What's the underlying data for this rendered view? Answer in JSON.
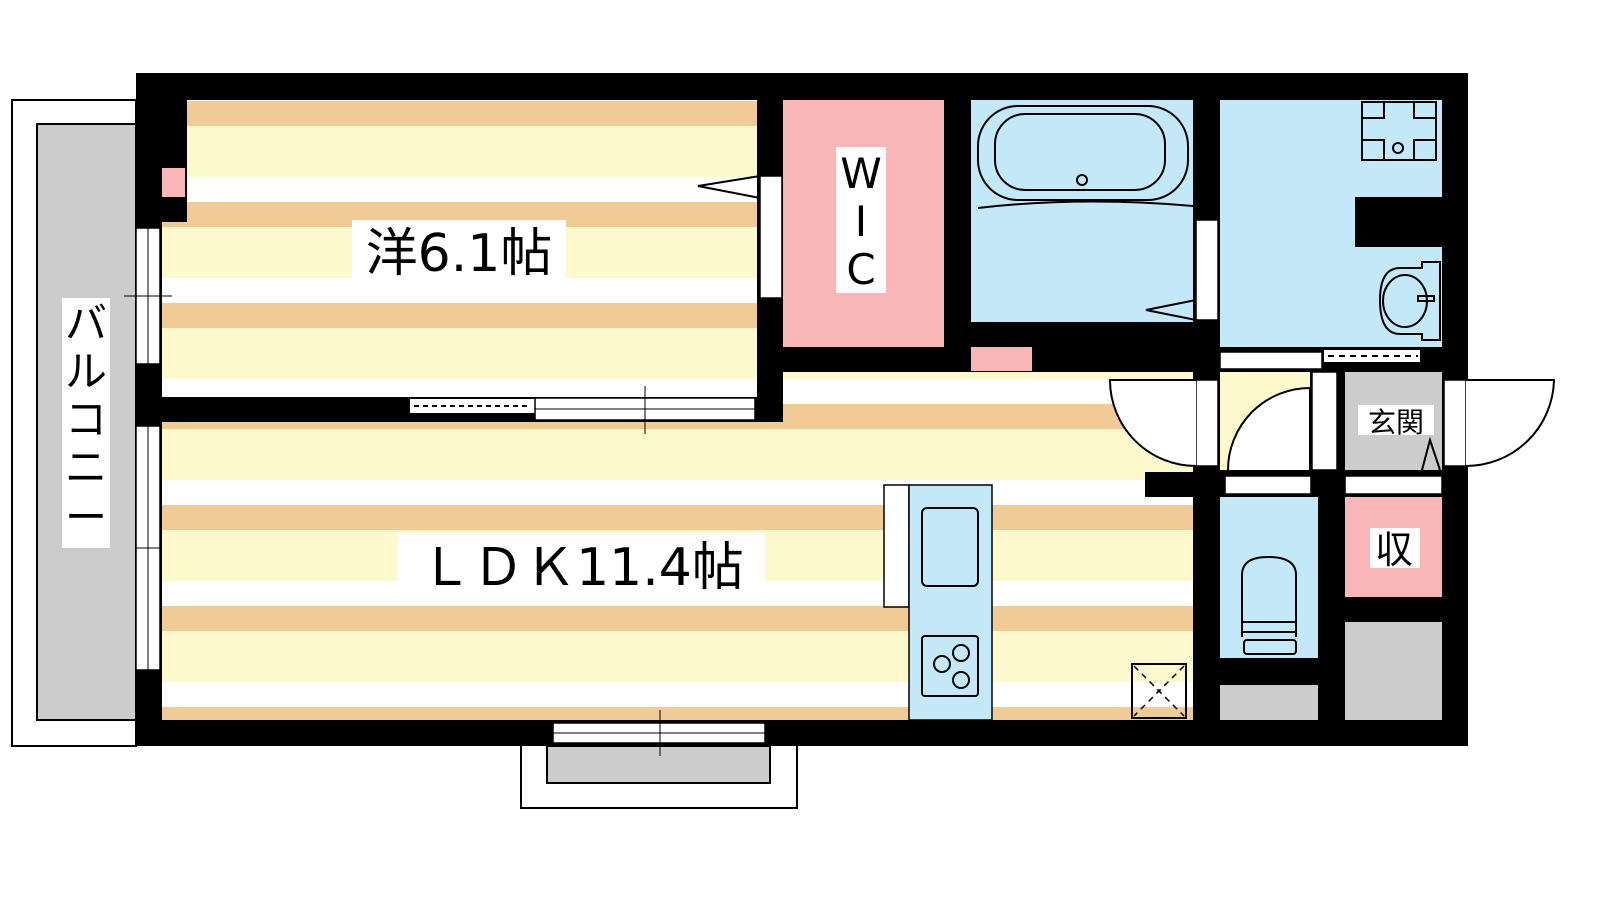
{
  "rooms": {
    "western_room": "洋6.1帖",
    "ldk": "ＬＤＫ11.4帖",
    "wic": [
      "W",
      "I",
      "C"
    ],
    "balcony": [
      "バ",
      "ル",
      "コ",
      "ニ",
      "ー"
    ],
    "entrance": "玄関",
    "storage": "収"
  },
  "colors": {
    "floor_cream": "#fef9cc",
    "floor_tan": "#f0cb96",
    "wet_blue": "#c3e8f8",
    "closet_pink": "#f8b6b6",
    "gray": "#cccccc",
    "wall": "#000000"
  }
}
